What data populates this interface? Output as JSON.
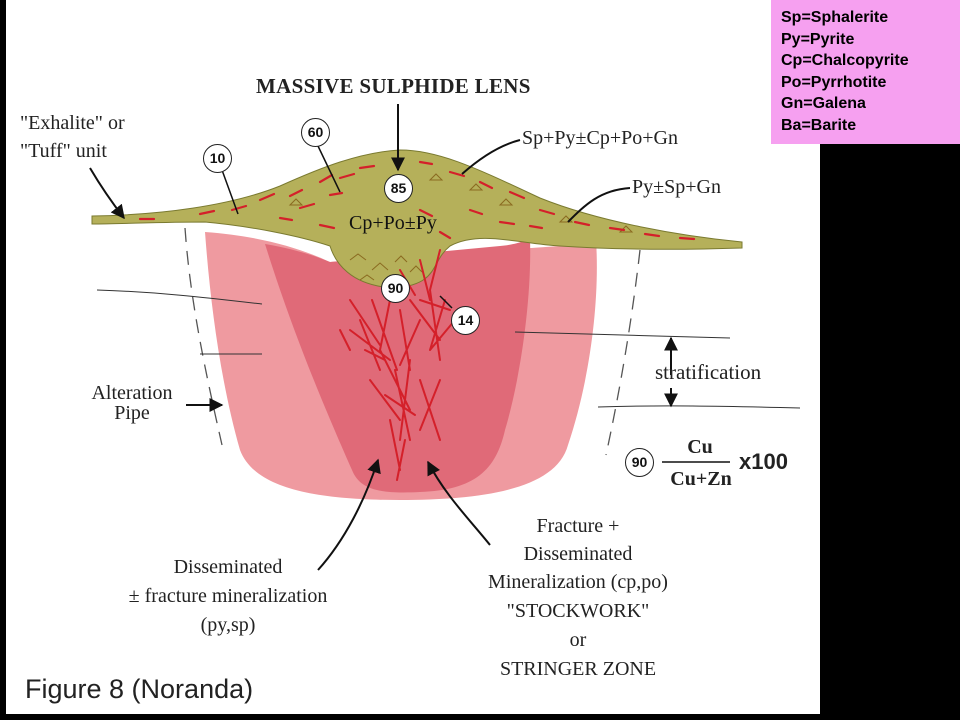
{
  "legend": [
    "Sp=Sphalerite",
    "Py=Pyrite",
    "Cp=Chalcopyrite",
    "Po=Pyrrhotite",
    "Gn=Galena",
    "Ba=Barite"
  ],
  "title": "MASSIVE SULPHIDE LENS",
  "labels": {
    "exhalite_1": "\"Exhalite\" or",
    "exhalite_2": "\"Tuff\" unit",
    "sp_py": "Sp+Py±Cp+Po+Gn",
    "py_sp": "Py±Sp+Gn",
    "cp_po": "Cp+Po±Py",
    "alteration_1": "Alteration",
    "alteration_2": "Pipe",
    "stratification": "stratification",
    "diss_1": "Disseminated",
    "diss_2": "± fracture mineralization",
    "diss_3": "(py,sp)",
    "frac_1": "Fracture +",
    "frac_2": "Disseminated",
    "frac_3": "Mineralization (cp,po)",
    "frac_4": "\"STOCKWORK\"",
    "frac_5": "or",
    "frac_6": "STRINGER ZONE"
  },
  "circles": {
    "c10": "10",
    "c60": "60",
    "c85": "85",
    "c90": "90",
    "c14": "14",
    "key": "90"
  },
  "ratio": {
    "numerator": "Cu",
    "denominator": "Cu+Zn",
    "multiplier": "x100"
  },
  "figure_caption": "Figure 8 (Noranda)",
  "colors": {
    "legend_bg": "#f6a0f0",
    "sulphide": "#b5b05a",
    "pipe_outer": "#ef9aa0",
    "pipe_inner": "#e06a78",
    "veins": "#d4202a",
    "border": "#000000"
  }
}
